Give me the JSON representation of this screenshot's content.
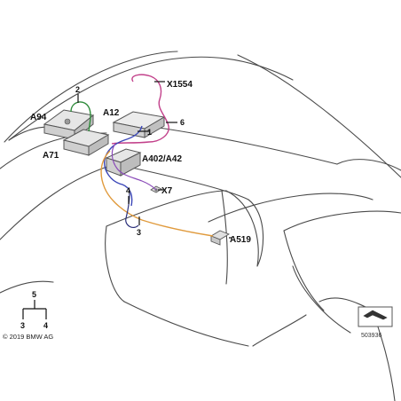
{
  "diagram": {
    "components": {
      "a94": "A94",
      "a12": "A12",
      "a71": "A71",
      "x1554": "X1554",
      "a402": "A402/A42",
      "x7": "X7",
      "a519": "A519"
    },
    "wires": {
      "w1": "1",
      "w2": "2",
      "w3": "3",
      "w4": "4",
      "w6": "6"
    },
    "legend": {
      "parent": "5",
      "child_left": "3",
      "child_right": "4"
    },
    "copyright": "© 2019 BMW AG",
    "reference_number": "503936",
    "wire_colors": {
      "green": "#2e8b3a",
      "magenta": "#c2408a",
      "blue": "#3a46b8",
      "orange": "#e09a3c",
      "purple": "#8a4ab8"
    }
  }
}
